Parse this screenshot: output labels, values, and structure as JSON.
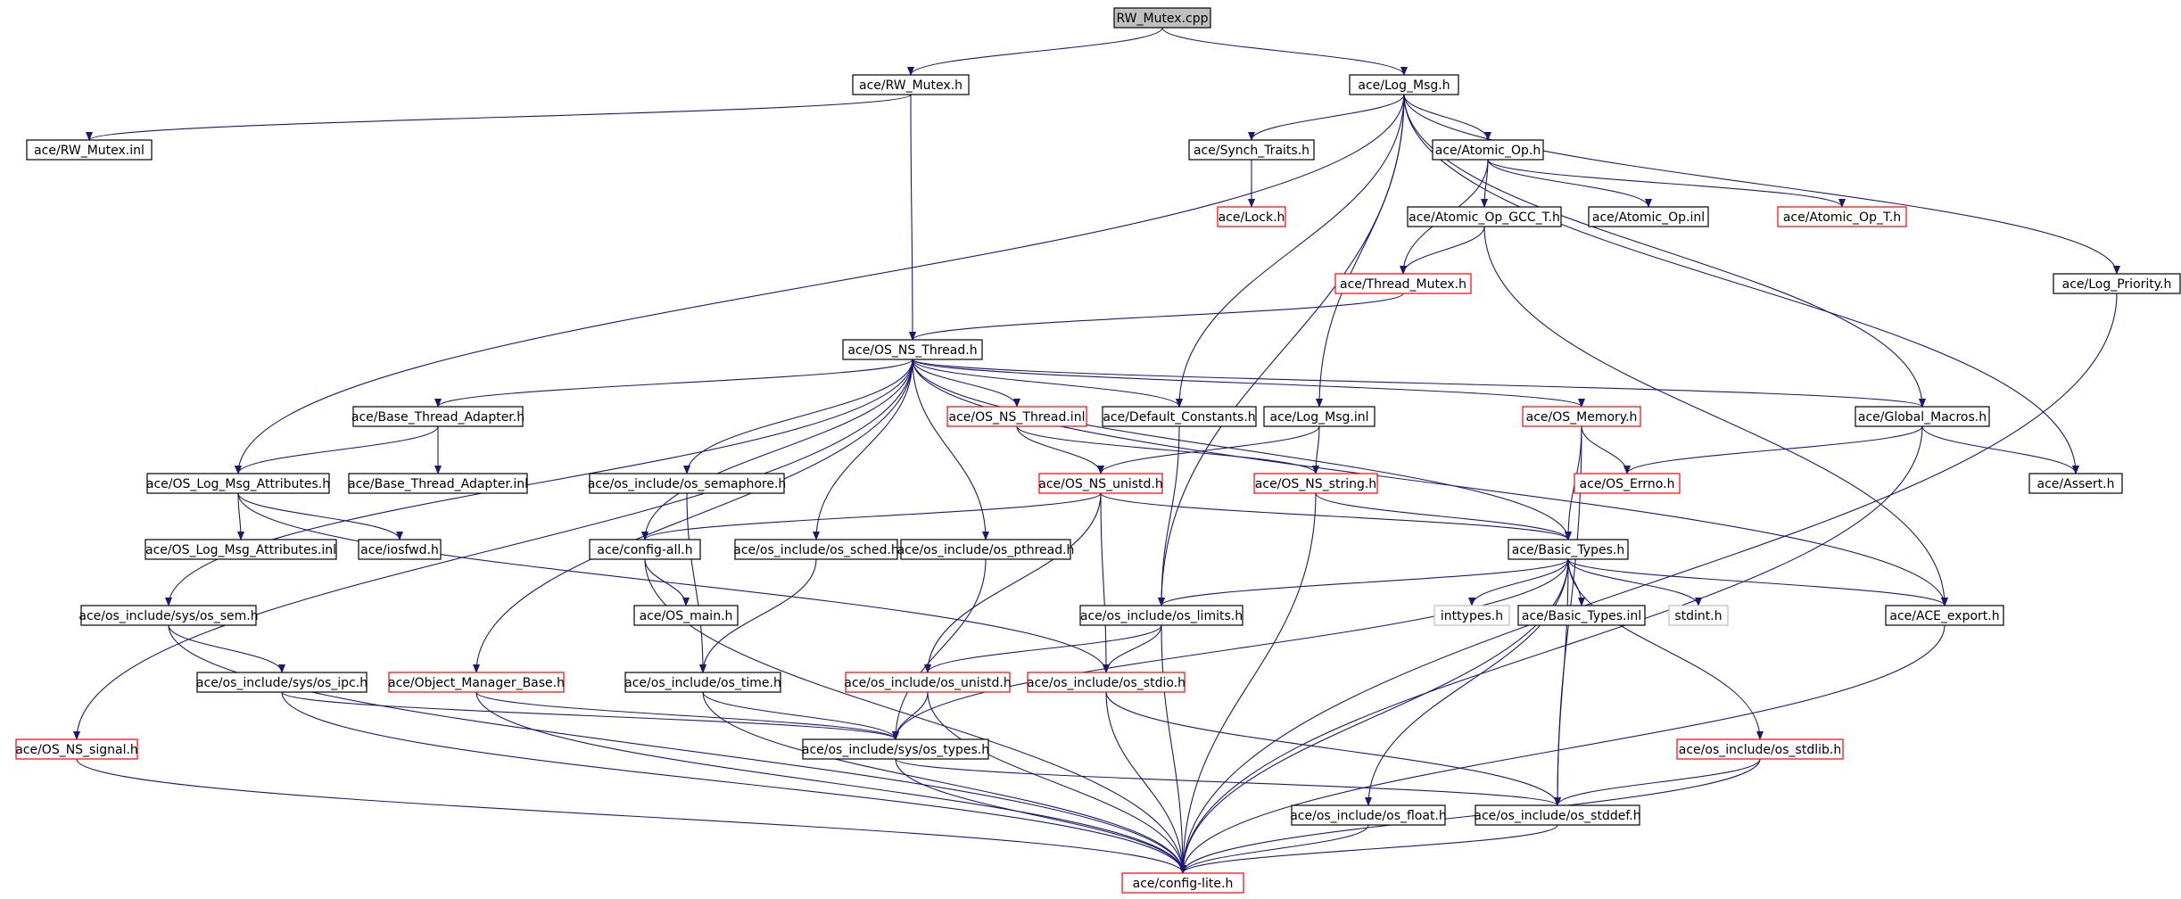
{
  "title": "RW_Mutex.cpp include dependency graph",
  "colors": {
    "edge": "#191970",
    "border_normal": "#000000",
    "border_missing": "#ff0000",
    "border_system": "#bfbfbf",
    "root_fill": "#bfbfbf",
    "fill": "#ffffff"
  },
  "nodes": [
    {
      "id": "root",
      "label": "RW_Mutex.cpp",
      "kind": "root"
    },
    {
      "id": "rwmutex_h",
      "label": "ace/RW_Mutex.h",
      "kind": "normal"
    },
    {
      "id": "logmsg_h",
      "label": "ace/Log_Msg.h",
      "kind": "normal"
    },
    {
      "id": "rwmutex_inl",
      "label": "ace/RW_Mutex.inl",
      "kind": "normal"
    },
    {
      "id": "synch_traits",
      "label": "ace/Synch_Traits.h",
      "kind": "normal"
    },
    {
      "id": "atomic_op",
      "label": "ace/Atomic_Op.h",
      "kind": "normal"
    },
    {
      "id": "lock_h",
      "label": "ace/Lock.h",
      "kind": "missing"
    },
    {
      "id": "atomic_gcc",
      "label": "ace/Atomic_Op_GCC_T.h",
      "kind": "normal"
    },
    {
      "id": "atomic_inl",
      "label": "ace/Atomic_Op.inl",
      "kind": "normal"
    },
    {
      "id": "atomic_t",
      "label": "ace/Atomic_Op_T.h",
      "kind": "missing"
    },
    {
      "id": "log_priority",
      "label": "ace/Log_Priority.h",
      "kind": "normal"
    },
    {
      "id": "thread_mutex",
      "label": "ace/Thread_Mutex.h",
      "kind": "missing"
    },
    {
      "id": "os_ns_thread",
      "label": "ace/OS_NS_Thread.h",
      "kind": "normal"
    },
    {
      "id": "base_thread_adapter",
      "label": "ace/Base_Thread_Adapter.h",
      "kind": "normal"
    },
    {
      "id": "os_ns_thread_inl",
      "label": "ace/OS_NS_Thread.inl",
      "kind": "missing"
    },
    {
      "id": "default_constants",
      "label": "ace/Default_Constants.h",
      "kind": "normal"
    },
    {
      "id": "log_msg_inl",
      "label": "ace/Log_Msg.inl",
      "kind": "normal"
    },
    {
      "id": "os_memory",
      "label": "ace/OS_Memory.h",
      "kind": "missing"
    },
    {
      "id": "global_macros",
      "label": "ace/Global_Macros.h",
      "kind": "normal"
    },
    {
      "id": "os_log_msg_attr",
      "label": "ace/OS_Log_Msg_Attributes.h",
      "kind": "normal"
    },
    {
      "id": "base_thread_adapter_inl",
      "label": "ace/Base_Thread_Adapter.inl",
      "kind": "normal"
    },
    {
      "id": "os_semaphore",
      "label": "ace/os_include/os_semaphore.h",
      "kind": "normal"
    },
    {
      "id": "os_ns_unistd",
      "label": "ace/OS_NS_unistd.h",
      "kind": "missing"
    },
    {
      "id": "os_ns_string",
      "label": "ace/OS_NS_string.h",
      "kind": "missing"
    },
    {
      "id": "os_errno",
      "label": "ace/OS_Errno.h",
      "kind": "missing"
    },
    {
      "id": "assert_h",
      "label": "ace/Assert.h",
      "kind": "normal"
    },
    {
      "id": "os_log_msg_attr_inl",
      "label": "ace/OS_Log_Msg_Attributes.inl",
      "kind": "normal"
    },
    {
      "id": "iosfwd",
      "label": "ace/iosfwd.h",
      "kind": "normal"
    },
    {
      "id": "config_all",
      "label": "ace/config-all.h",
      "kind": "normal"
    },
    {
      "id": "os_sched",
      "label": "ace/os_include/os_sched.h",
      "kind": "normal"
    },
    {
      "id": "os_pthread",
      "label": "ace/os_include/os_pthread.h",
      "kind": "normal"
    },
    {
      "id": "basic_types",
      "label": "ace/Basic_Types.h",
      "kind": "normal"
    },
    {
      "id": "os_sem",
      "label": "ace/os_include/sys/os_sem.h",
      "kind": "normal"
    },
    {
      "id": "os_main",
      "label": "ace/OS_main.h",
      "kind": "normal"
    },
    {
      "id": "os_limits",
      "label": "ace/os_include/os_limits.h",
      "kind": "normal"
    },
    {
      "id": "inttypes",
      "label": "inttypes.h",
      "kind": "system"
    },
    {
      "id": "basic_types_inl",
      "label": "ace/Basic_Types.inl",
      "kind": "normal"
    },
    {
      "id": "stdint",
      "label": "stdint.h",
      "kind": "system"
    },
    {
      "id": "ace_export",
      "label": "ace/ACE_export.h",
      "kind": "normal"
    },
    {
      "id": "os_ipc",
      "label": "ace/os_include/sys/os_ipc.h",
      "kind": "normal"
    },
    {
      "id": "object_manager_base",
      "label": "ace/Object_Manager_Base.h",
      "kind": "missing"
    },
    {
      "id": "os_time",
      "label": "ace/os_include/os_time.h",
      "kind": "normal"
    },
    {
      "id": "os_unistd",
      "label": "ace/os_include/os_unistd.h",
      "kind": "missing"
    },
    {
      "id": "os_stdio",
      "label": "ace/os_include/os_stdio.h",
      "kind": "missing"
    },
    {
      "id": "os_ns_signal",
      "label": "ace/OS_NS_signal.h",
      "kind": "missing"
    },
    {
      "id": "os_types",
      "label": "ace/os_include/sys/os_types.h",
      "kind": "normal"
    },
    {
      "id": "os_stdlib",
      "label": "ace/os_include/os_stdlib.h",
      "kind": "missing"
    },
    {
      "id": "os_float",
      "label": "ace/os_include/os_float.h",
      "kind": "normal"
    },
    {
      "id": "os_stddef",
      "label": "ace/os_include/os_stddef.h",
      "kind": "normal"
    },
    {
      "id": "config_lite",
      "label": "ace/config-lite.h",
      "kind": "missing"
    }
  ],
  "edges": [
    [
      "root",
      "rwmutex_h"
    ],
    [
      "root",
      "logmsg_h"
    ],
    [
      "rwmutex_h",
      "rwmutex_inl"
    ],
    [
      "rwmutex_h",
      "os_ns_thread"
    ],
    [
      "logmsg_h",
      "synch_traits"
    ],
    [
      "logmsg_h",
      "atomic_op"
    ],
    [
      "logmsg_h",
      "log_priority"
    ],
    [
      "logmsg_h",
      "default_constants"
    ],
    [
      "logmsg_h",
      "log_msg_inl"
    ],
    [
      "logmsg_h",
      "global_macros"
    ],
    [
      "logmsg_h",
      "assert_h"
    ],
    [
      "logmsg_h",
      "os_log_msg_attr"
    ],
    [
      "logmsg_h",
      "os_limits"
    ],
    [
      "synch_traits",
      "lock_h"
    ],
    [
      "atomic_op",
      "atomic_gcc"
    ],
    [
      "atomic_op",
      "atomic_inl"
    ],
    [
      "atomic_op",
      "atomic_t"
    ],
    [
      "atomic_op",
      "thread_mutex"
    ],
    [
      "atomic_gcc",
      "thread_mutex"
    ],
    [
      "atomic_gcc",
      "ace_export"
    ],
    [
      "thread_mutex",
      "os_ns_thread"
    ],
    [
      "log_priority",
      "config_lite"
    ],
    [
      "os_ns_thread",
      "base_thread_adapter"
    ],
    [
      "os_ns_thread",
      "os_ns_thread_inl"
    ],
    [
      "os_ns_thread",
      "default_constants"
    ],
    [
      "os_ns_thread",
      "os_memory"
    ],
    [
      "os_ns_thread",
      "global_macros"
    ],
    [
      "os_ns_thread",
      "os_semaphore"
    ],
    [
      "os_ns_thread",
      "config_all"
    ],
    [
      "os_ns_thread",
      "os_sched"
    ],
    [
      "os_ns_thread",
      "os_pthread"
    ],
    [
      "os_ns_thread",
      "basic_types"
    ],
    [
      "os_ns_thread",
      "os_sem"
    ],
    [
      "os_ns_thread",
      "object_manager_base"
    ],
    [
      "os_ns_thread",
      "os_ns_signal"
    ],
    [
      "os_ns_thread",
      "ace_export"
    ],
    [
      "base_thread_adapter",
      "os_log_msg_attr"
    ],
    [
      "base_thread_adapter",
      "base_thread_adapter_inl"
    ],
    [
      "os_ns_thread_inl",
      "os_ns_unistd"
    ],
    [
      "os_ns_thread_inl",
      "os_ns_string"
    ],
    [
      "default_constants",
      "os_limits"
    ],
    [
      "log_msg_inl",
      "os_ns_string"
    ],
    [
      "log_msg_inl",
      "os_ns_unistd"
    ],
    [
      "os_memory",
      "os_errno"
    ],
    [
      "os_memory",
      "basic_types"
    ],
    [
      "os_memory",
      "os_stddef"
    ],
    [
      "global_macros",
      "os_errno"
    ],
    [
      "global_macros",
      "assert_h"
    ],
    [
      "global_macros",
      "config_lite"
    ],
    [
      "os_log_msg_attr",
      "os_log_msg_attr_inl"
    ],
    [
      "os_log_msg_attr",
      "iosfwd"
    ],
    [
      "os_log_msg_attr",
      "os_stdio"
    ],
    [
      "os_semaphore",
      "os_time"
    ],
    [
      "os_ns_unistd",
      "config_all"
    ],
    [
      "os_ns_unistd",
      "basic_types"
    ],
    [
      "os_ns_unistd",
      "os_unistd"
    ],
    [
      "os_ns_unistd",
      "os_stdio"
    ],
    [
      "os_ns_string",
      "basic_types"
    ],
    [
      "os_ns_string",
      "config_lite"
    ],
    [
      "config_all",
      "os_main"
    ],
    [
      "config_all",
      "config_lite"
    ],
    [
      "os_sched",
      "os_time"
    ],
    [
      "os_pthread",
      "os_types"
    ],
    [
      "basic_types",
      "os_limits"
    ],
    [
      "basic_types",
      "inttypes"
    ],
    [
      "basic_types",
      "basic_types_inl"
    ],
    [
      "basic_types",
      "stdint"
    ],
    [
      "basic_types",
      "ace_export"
    ],
    [
      "basic_types",
      "os_types"
    ],
    [
      "basic_types",
      "os_float"
    ],
    [
      "basic_types",
      "os_stddef"
    ],
    [
      "basic_types",
      "os_stdlib"
    ],
    [
      "basic_types",
      "config_lite"
    ],
    [
      "os_sem",
      "os_ipc"
    ],
    [
      "os_sem",
      "config_lite"
    ],
    [
      "os_limits",
      "os_unistd"
    ],
    [
      "os_limits",
      "os_stdio"
    ],
    [
      "os_limits",
      "config_lite"
    ],
    [
      "ace_export",
      "config_lite"
    ],
    [
      "os_ipc",
      "os_types"
    ],
    [
      "os_ipc",
      "config_lite"
    ],
    [
      "object_manager_base",
      "os_types"
    ],
    [
      "object_manager_base",
      "config_lite"
    ],
    [
      "os_time",
      "os_types"
    ],
    [
      "os_time",
      "config_lite"
    ],
    [
      "os_unistd",
      "os_types"
    ],
    [
      "os_unistd",
      "config_lite"
    ],
    [
      "os_stdio",
      "os_stddef"
    ],
    [
      "os_stdio",
      "config_lite"
    ],
    [
      "os_ns_signal",
      "config_lite"
    ],
    [
      "os_types",
      "os_stddef"
    ],
    [
      "os_types",
      "config_lite"
    ],
    [
      "os_stdlib",
      "os_stddef"
    ],
    [
      "os_stdlib",
      "config_lite"
    ],
    [
      "os_float",
      "config_lite"
    ],
    [
      "os_stddef",
      "config_lite"
    ]
  ]
}
